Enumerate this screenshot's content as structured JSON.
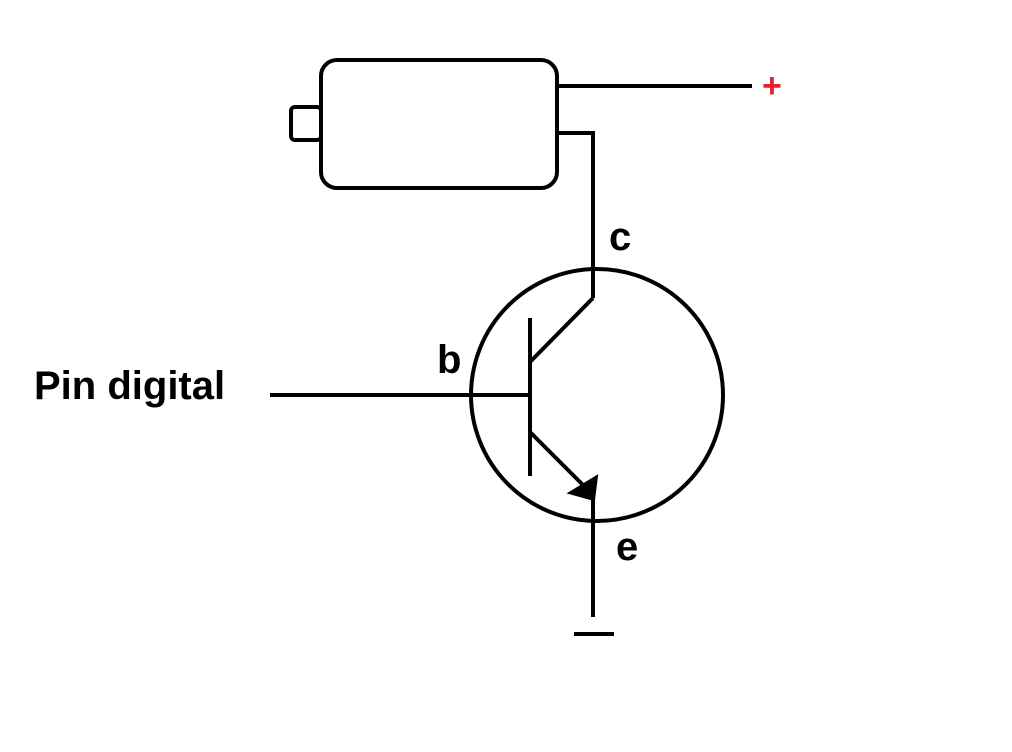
{
  "labels": {
    "input": "Pin digital",
    "base": "b",
    "collector": "c",
    "emitter": "e",
    "supply": "+"
  },
  "colors": {
    "line": "#000000",
    "supply": "#e8202a",
    "background": "#ffffff"
  },
  "components": {
    "load": "motor-icon",
    "switch": "npn-transistor-icon",
    "ground": "ground-icon"
  }
}
